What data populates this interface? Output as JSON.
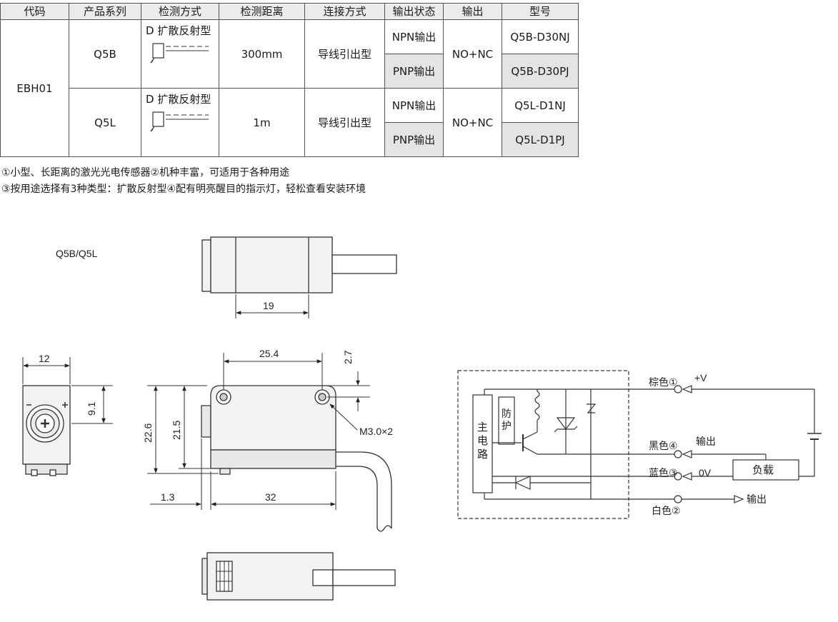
{
  "table": {
    "headers": [
      "代码",
      "产品系列",
      "检测方式",
      "检测距离",
      "连接方式",
      "输出状态",
      "输出",
      "型号"
    ],
    "code": "EBH01",
    "groups": [
      {
        "series": "Q5B",
        "mode": "D 扩散反射型",
        "distance": "300mm",
        "connection": "导线引出型",
        "states": [
          "NPN输出",
          "PNP输出"
        ],
        "output": "NO+NC",
        "models": [
          "Q5B-D30NJ",
          "Q5B-D30PJ"
        ]
      },
      {
        "series": "Q5L",
        "mode": "D 扩散反射型",
        "distance": "1m",
        "connection": "导线引出型",
        "states": [
          "NPN输出",
          "PNP输出"
        ],
        "output": "NO+NC",
        "models": [
          "Q5L-D1NJ",
          "Q5L-D1PJ"
        ]
      }
    ]
  },
  "notes": [
    "①小型、长距离的激光光电传感器②机种丰富，可适用于各种用途",
    "③按用途选择有3种类型：扩散反射型④配有明亮醒目的指示灯，轻松查看安装环境"
  ],
  "drawing": {
    "model_label": "Q5B/Q5L",
    "dims": {
      "top_width": "19",
      "side_width": "12",
      "side_height": "9.1",
      "hole_spacing": "25.4",
      "hole_offset": "2.7",
      "body_height": "22.6",
      "hole_height": "21.5",
      "screw": "M3.0×2",
      "bottom_offset": "1.3",
      "body_length": "32"
    }
  },
  "circuit": {
    "main_circuit": [
      "主",
      "电",
      "路"
    ],
    "protection": [
      "防",
      "护"
    ],
    "brown": "棕色①",
    "plus_v": "+V",
    "black": "黑色④",
    "output_label": "输出",
    "blue": "蓝色③",
    "zero_v": "0V",
    "white": "白色②",
    "output_label_2": "输出",
    "load": "负载"
  }
}
